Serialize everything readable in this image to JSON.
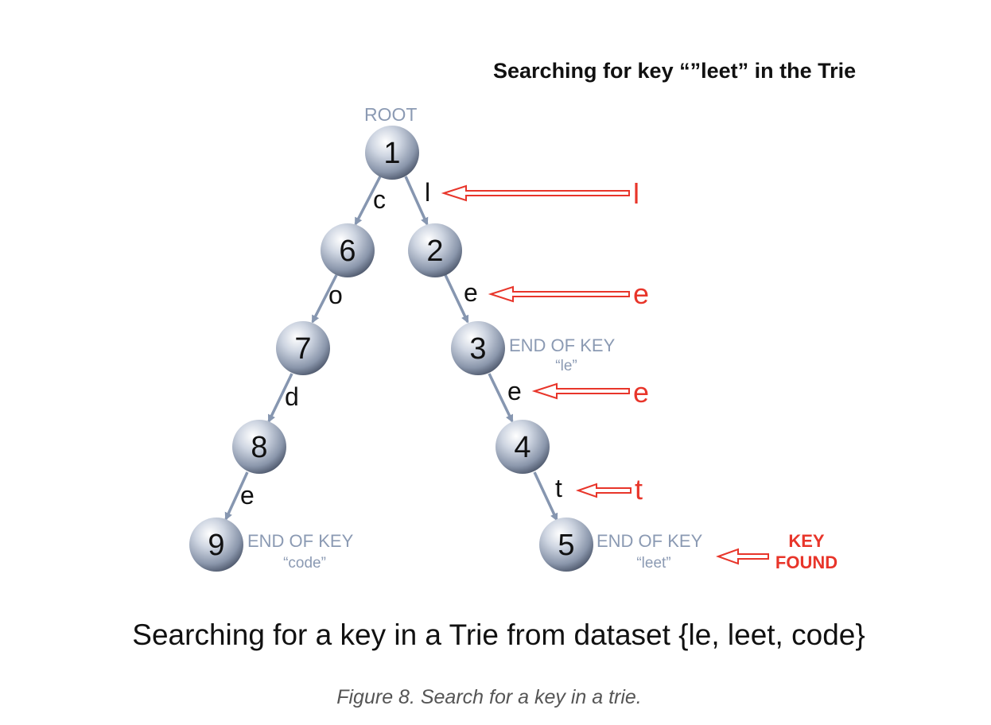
{
  "title": "Searching for key “”leet” in the Trie",
  "root_label": "ROOT",
  "nodes": [
    {
      "id": "1"
    },
    {
      "id": "2"
    },
    {
      "id": "3"
    },
    {
      "id": "4"
    },
    {
      "id": "5"
    },
    {
      "id": "6"
    },
    {
      "id": "7"
    },
    {
      "id": "8"
    },
    {
      "id": "9"
    }
  ],
  "edges": [
    {
      "from": "1",
      "to": "6",
      "label": "c"
    },
    {
      "from": "1",
      "to": "2",
      "label": "l"
    },
    {
      "from": "2",
      "to": "3",
      "label": "e"
    },
    {
      "from": "3",
      "to": "4",
      "label": "e"
    },
    {
      "from": "4",
      "to": "5",
      "label": "t"
    },
    {
      "from": "6",
      "to": "7",
      "label": "o"
    },
    {
      "from": "7",
      "to": "8",
      "label": "d"
    },
    {
      "from": "8",
      "to": "9",
      "label": "e"
    }
  ],
  "search_letters": [
    "l",
    "e",
    "e",
    "t"
  ],
  "end_of_key_label": "END OF KEY",
  "end_keys": {
    "n3": "“le”",
    "n5": "“leet”",
    "n9": "“code”"
  },
  "key_found": [
    "KEY",
    "FOUND"
  ],
  "caption": "Searching for a key in a Trie from dataset {le, leet, code}",
  "figure_caption": "Figure 8. Search for a key in a trie.",
  "colors": {
    "edge": "#8696b0",
    "search": "#e8352a",
    "note": "#8b9ab3"
  }
}
